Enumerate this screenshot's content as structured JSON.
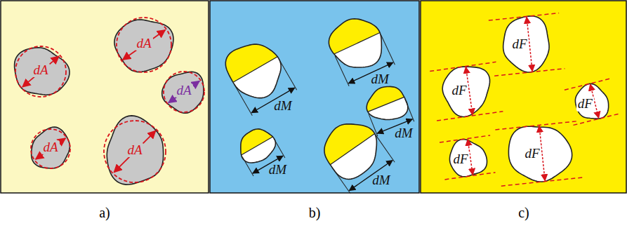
{
  "diagram": {
    "labels": [
      "dA",
      "dA",
      "dA",
      "dA",
      "dA",
      "dM",
      "dM",
      "dM",
      "dM",
      "dM",
      "dF",
      "dF",
      "dF",
      "dF",
      "dF",
      "a)",
      "b)",
      "c)"
    ]
  }
}
